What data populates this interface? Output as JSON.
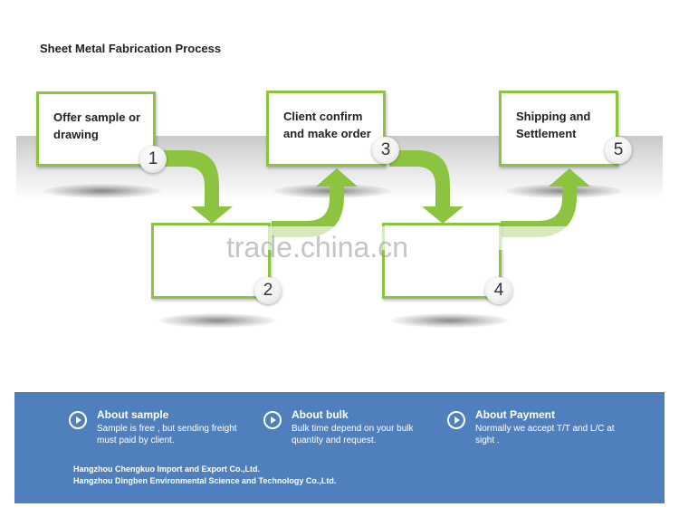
{
  "title": "Sheet Metal Fabrication Process",
  "steps": [
    {
      "number": "1",
      "label": "Offer sample or drawing"
    },
    {
      "number": "2",
      "label": ""
    },
    {
      "number": "3",
      "label": "Client confirm and make order"
    },
    {
      "number": "4",
      "label": ""
    },
    {
      "number": "5",
      "label": "Shipping and Settlement"
    }
  ],
  "watermark": "trade.china.cn",
  "colors": {
    "accent_green": "#8dc43f",
    "footer_blue": "#4f80bd"
  },
  "footer": {
    "items": [
      {
        "icon": "play-icon",
        "title": "About sample",
        "text": "Sample is free , but sending freight must paid by client."
      },
      {
        "icon": "play-icon",
        "title": "About bulk",
        "text": "Bulk time depend on your bulk quantity and request."
      },
      {
        "icon": "play-icon",
        "title": "About Payment",
        "text": "Normally we accept T/T and L/C at sight ."
      }
    ],
    "companies": [
      "Hangzhou Chengkuo Import and Export Co.,Ltd.",
      "Hangzhou Dingben Environmental Science and Technology Co.,Ltd."
    ]
  }
}
